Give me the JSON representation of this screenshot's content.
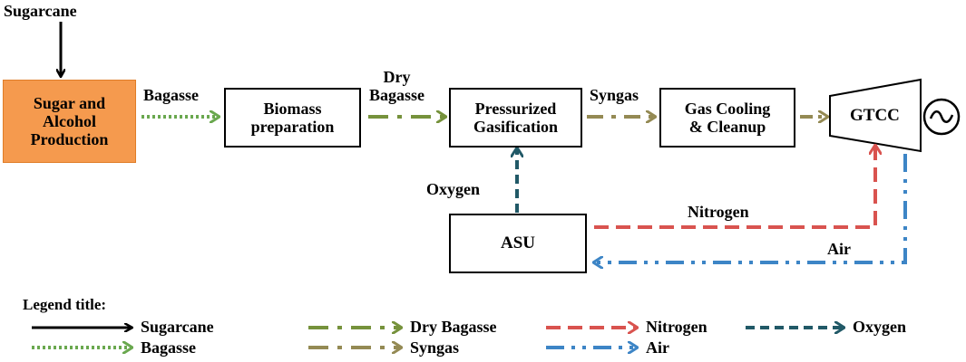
{
  "diagram": {
    "input_label": "Sugarcane",
    "nodes": {
      "sugar_alcohol": "Sugar and\nAlcohol\nProduction",
      "biomass_prep": "Biomass\npreparation",
      "gasification": "Pressurized\nGasification",
      "gas_cooling": "Gas Cooling\n& Cleanup",
      "gtcc": "GTCC",
      "asu": "ASU",
      "generator": "~"
    },
    "edge_labels": {
      "bagasse": "Bagasse",
      "dry_bagasse": "Dry\nBagasse",
      "syngas": "Syngas",
      "oxygen": "Oxygen",
      "nitrogen": "Nitrogen",
      "air": "Air"
    },
    "colors": {
      "sugarcane": "#000000",
      "bagasse": "#6aa84f",
      "dry_bagasse": "#76923c",
      "syngas": "#948a54",
      "nitrogen": "#d9534f",
      "air": "#3d85c6",
      "oxygen": "#215967",
      "orange_box": "#f59a4e"
    }
  },
  "legend": {
    "title": "Legend title:",
    "items": [
      {
        "label": "Sugarcane",
        "style": "solid",
        "color": "#000000"
      },
      {
        "label": "Bagasse",
        "style": "dotted",
        "color": "#6aa84f"
      },
      {
        "label": "Dry Bagasse",
        "style": "dash-dot",
        "color": "#76923c"
      },
      {
        "label": "Syngas",
        "style": "dash-dot",
        "color": "#948a54"
      },
      {
        "label": "Nitrogen",
        "style": "dashed",
        "color": "#d9534f"
      },
      {
        "label": "Air",
        "style": "dash-dot-dot",
        "color": "#3d85c6"
      },
      {
        "label": "Oxygen",
        "style": "dashed",
        "color": "#215967"
      }
    ]
  }
}
